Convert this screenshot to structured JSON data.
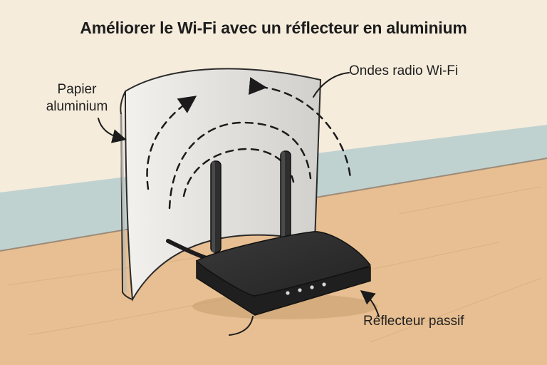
{
  "title": "Améliorer le Wi-Fi avec un réflecteur en aluminium",
  "labels": {
    "foil_line1": "Papier",
    "foil_line2": "aluminium",
    "waves": "Ondes radio Wi-Fi",
    "reflector": "Réflecteur passif"
  },
  "colors": {
    "background_wall": "#f6ecdc",
    "wall_band": "#bfd2d0",
    "table": "#e7bf92",
    "foil": "#e7e5e2",
    "router": "#2b2b2b",
    "wave_dashes": "#1b1b1b"
  },
  "icons": [
    "router-icon",
    "antenna-icon",
    "led-icon",
    "arrow-icon"
  ]
}
